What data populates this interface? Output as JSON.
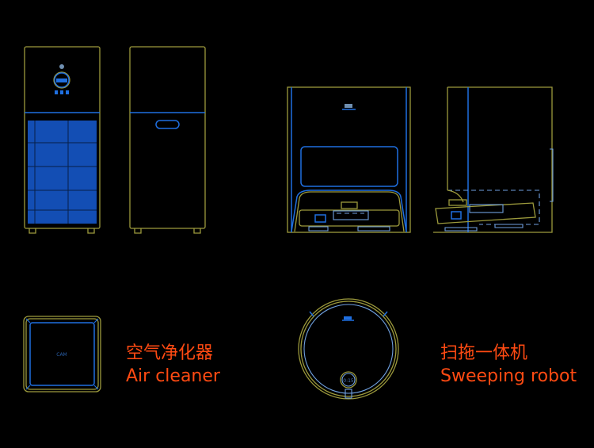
{
  "colors": {
    "background": "#000000",
    "outline": "#9c9a3c",
    "detail": "#1f6fe0",
    "light_detail": "#6fa0e0",
    "label": "#ff4a12"
  },
  "air_cleaner": {
    "title_cn": "空气净化器",
    "title_en": "Air cleaner",
    "top_view_text": "CAM"
  },
  "sweeping_robot": {
    "title_cn": "扫拖一体机",
    "title_en": "Sweeping robot",
    "display_text": "0:15"
  }
}
